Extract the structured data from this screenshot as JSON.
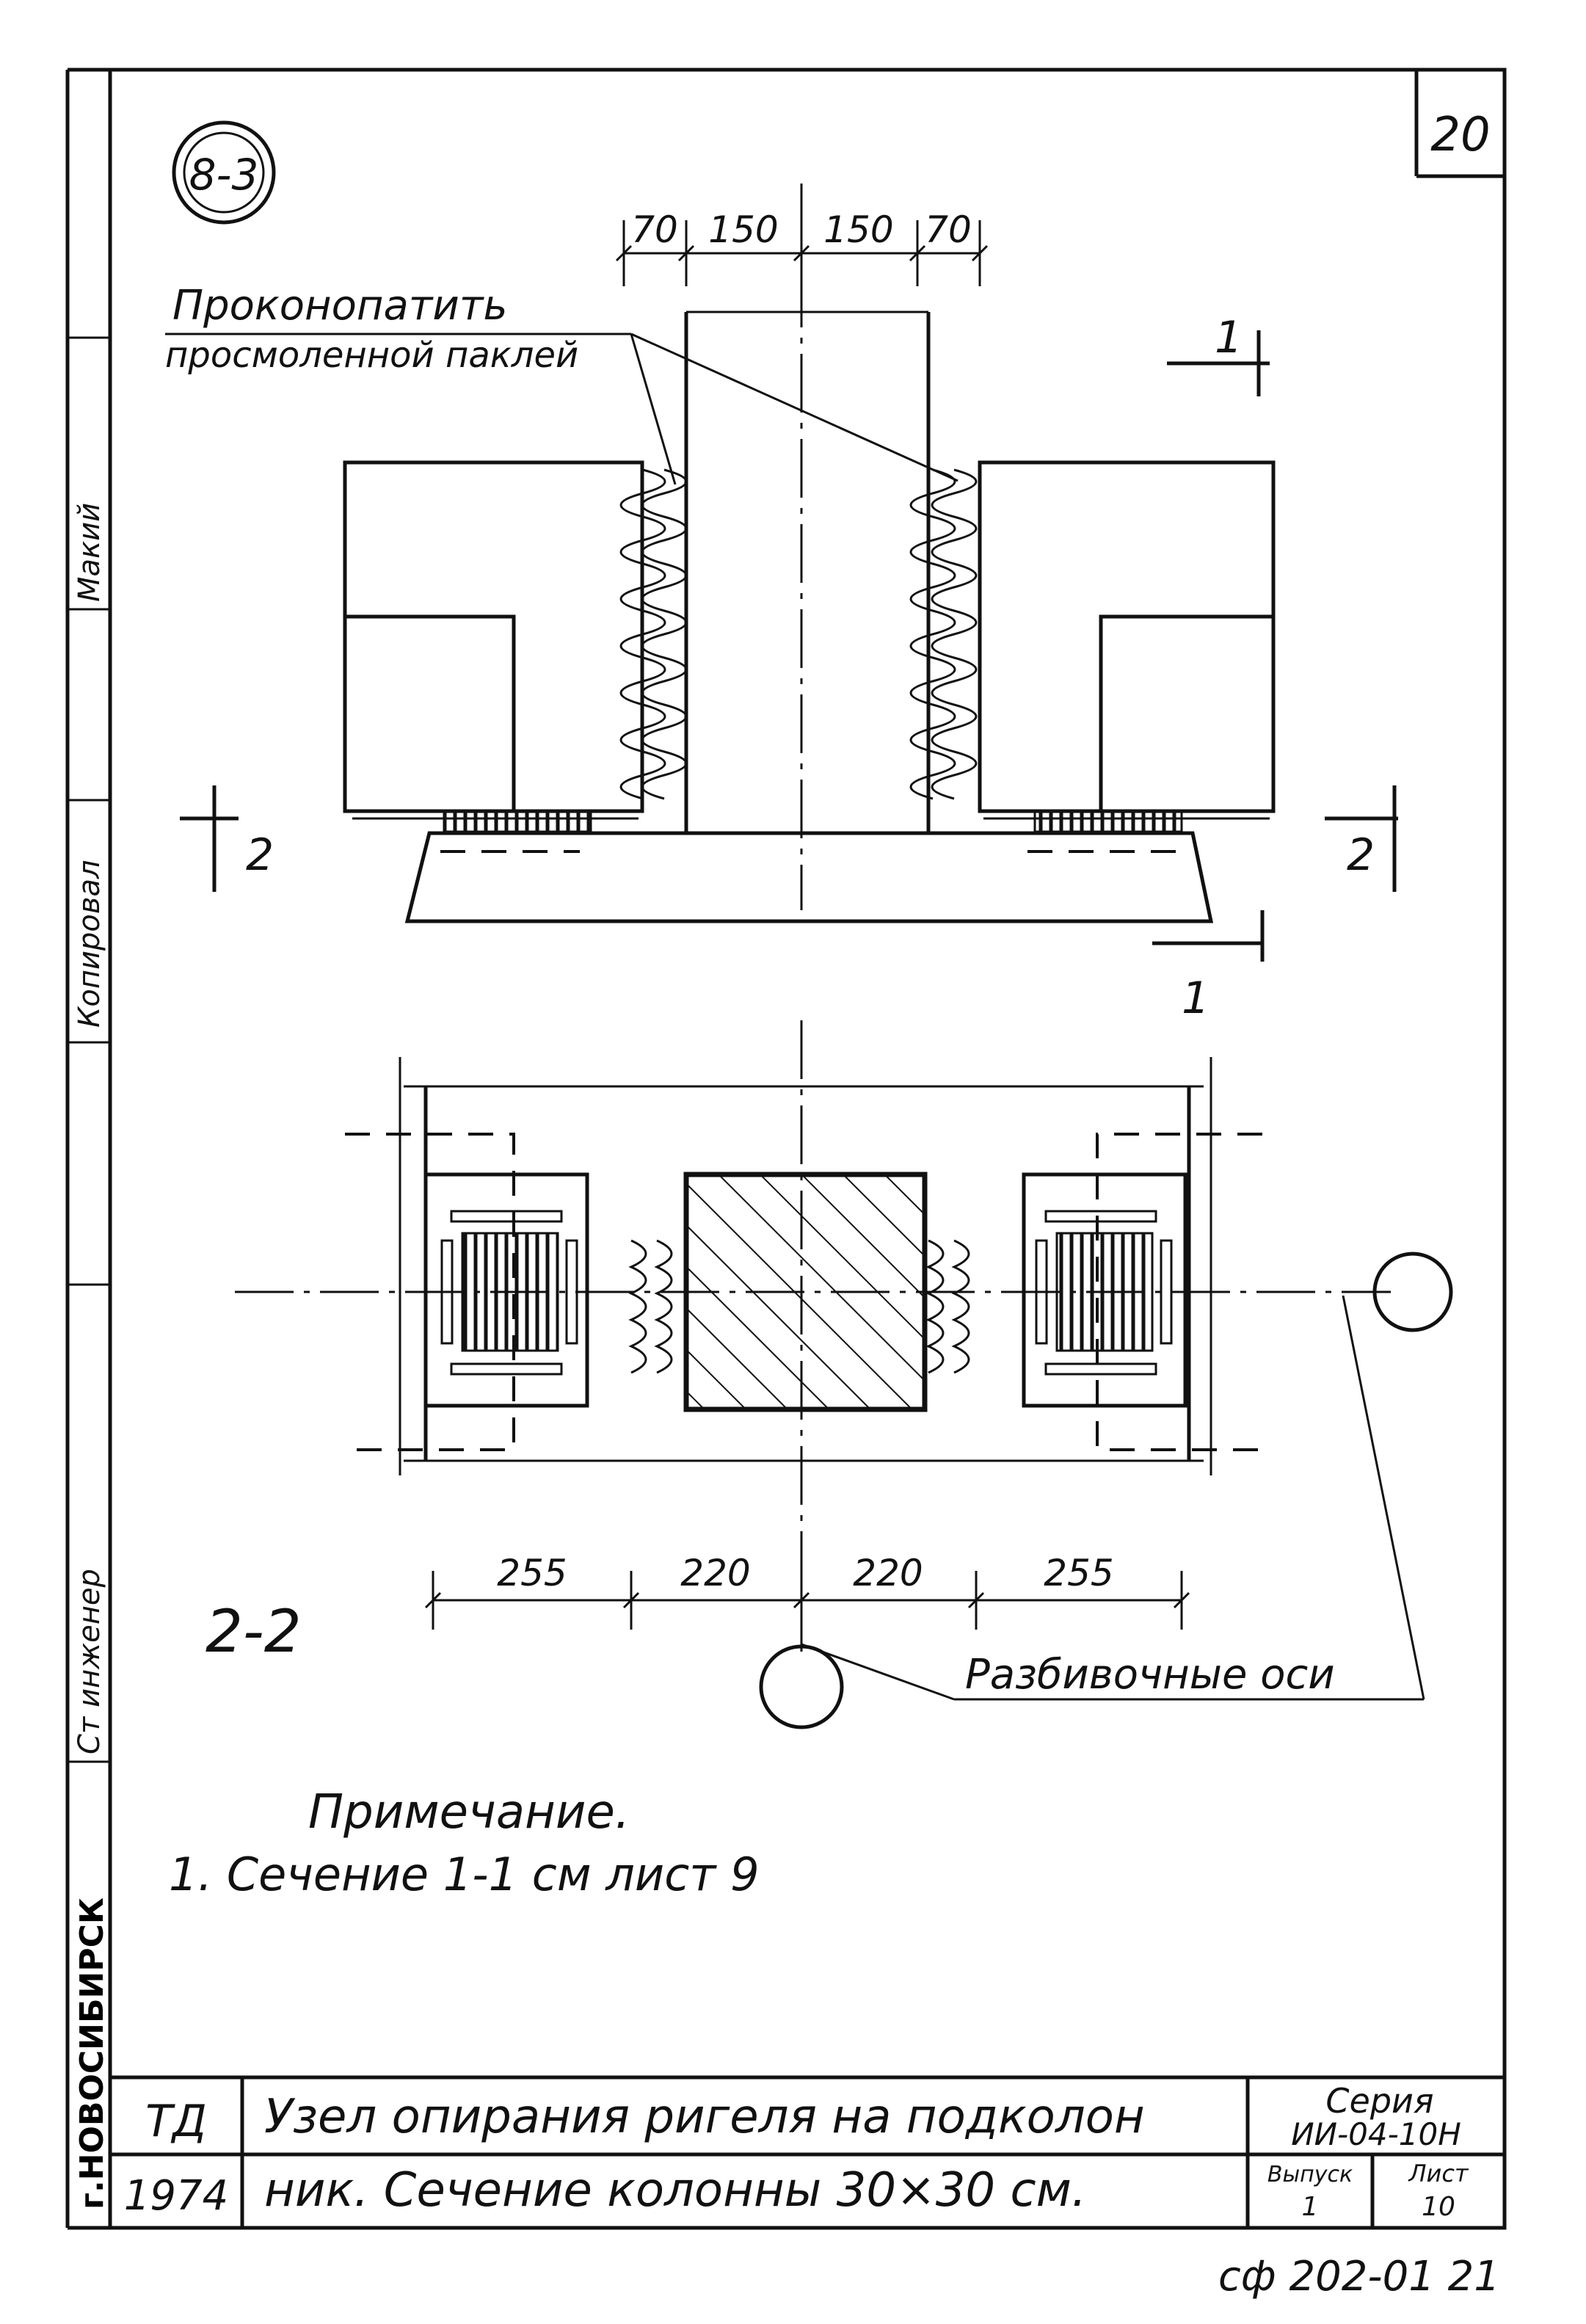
{
  "sheet": {
    "sheet_number_top": "20",
    "detail_marker": "8-3"
  },
  "section_view": {
    "top_dims": [
      "70",
      "150",
      "150",
      "70"
    ],
    "callout": {
      "line1": "Проконопатить",
      "line2": "просмоленной паклей"
    },
    "section_marks": [
      "1",
      "1",
      "2",
      "2"
    ]
  },
  "plan_view": {
    "label": "2-2",
    "bottom_dims": [
      "255",
      "220",
      "220",
      "255"
    ],
    "axes_label": "Разбивочные оси"
  },
  "notes": {
    "heading": "Примечание.",
    "item1": "1. Сечение 1-1 см лист 9"
  },
  "side_stamp": {
    "cells": [
      "Ст инженер",
      "Копировал",
      "Макий"
    ],
    "city": "г.НОВОСИБИРСК"
  },
  "title_block": {
    "org": "ТД",
    "year": "1974",
    "title_line1": "Узел опирания ригеля на подколон",
    "title_line2": "ник. Сечение колонны 30×30 см.",
    "series_label": "Серия",
    "series_value": "ИИ-04-10Н",
    "issue_label": "Выпуск",
    "issue_value": "1",
    "sheet_label": "Лист",
    "sheet_value": "10"
  },
  "footer_code": "сф 202-01 21"
}
